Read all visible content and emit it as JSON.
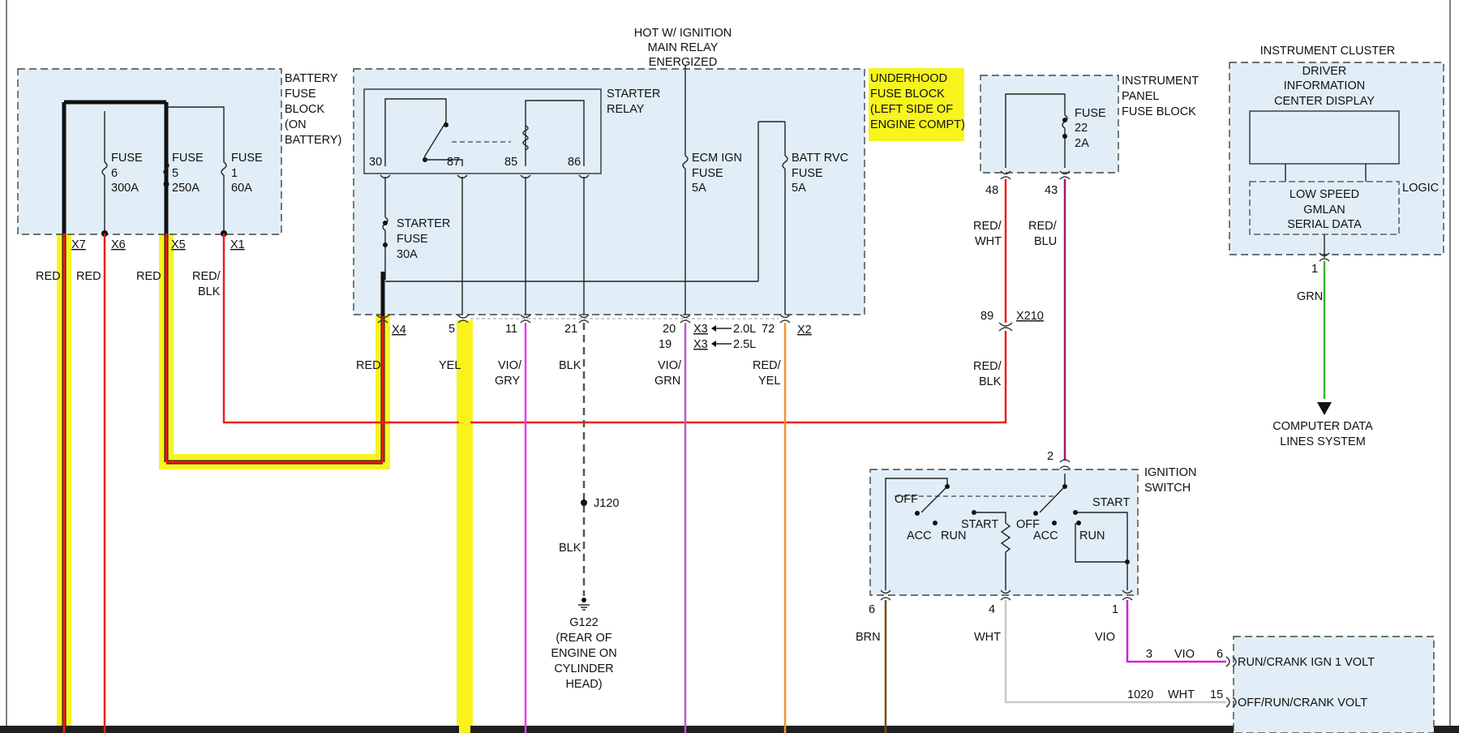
{
  "colors": {
    "red": "#ee1c1c",
    "yellow": "#fbf21b",
    "black": "#111111",
    "violet": "#e53cf0",
    "purple": "#b85ac8",
    "darkgray": "#555555",
    "orange": "#f39229",
    "maroon": "#a5176a",
    "green": "#35b72f",
    "magenta": "#de1cde",
    "brown": "#7a4a14",
    "white_wire": "#c8c8c8",
    "box_fill": "#e1eef7",
    "highlight": "#f7f41e"
  },
  "battery_block": {
    "title_lines": [
      "BATTERY",
      "FUSE",
      "BLOCK",
      "(ON",
      "BATTERY)"
    ]
  },
  "fuses_battery": [
    {
      "lines": [
        "FUSE",
        "6",
        "300A"
      ],
      "terminal": "X6",
      "wire": "RED"
    },
    {
      "lines": [
        "FUSE",
        "5",
        "250A"
      ],
      "terminal": "X5",
      "wire": "RED"
    },
    {
      "lines": [
        "FUSE",
        "1",
        "60A"
      ],
      "terminal": "X1",
      "wire_lines": [
        "RED/",
        "BLK"
      ]
    }
  ],
  "x7": {
    "terminal": "X7",
    "wire": "RED"
  },
  "hot_label": [
    "HOT W/ IGNITION",
    "MAIN RELAY",
    "ENERGIZED"
  ],
  "underhood_block": {
    "title_lines": [
      "UNDERHOOD",
      "FUSE BLOCK",
      "(LEFT SIDE OF",
      "ENGINE COMPT)"
    ]
  },
  "starter_relay": {
    "lines": [
      "STARTER",
      "RELAY"
    ],
    "pins": [
      "30",
      "87",
      "85",
      "86"
    ]
  },
  "starter_fuse": {
    "lines": [
      "STARTER",
      "FUSE",
      "30A"
    ]
  },
  "ecm_fuse": {
    "lines": [
      "ECM IGN",
      "FUSE",
      "5A"
    ]
  },
  "batt_fuse": {
    "lines": [
      "BATT RVC",
      "FUSE",
      "5A"
    ]
  },
  "underhood_pins": {
    "x4_pin": "X4",
    "pin5": "5",
    "pin11": "11",
    "pin21": "21",
    "pin20": "20",
    "pin19": "19",
    "x3a": "X3",
    "x3b": "X3",
    "eng20": "2.0L",
    "eng25": "2.5L",
    "pin72": "72",
    "x2": "X2"
  },
  "underhood_wires": {
    "red": "RED",
    "yel": "YEL",
    "vio_gry": [
      "VIO/",
      "GRY"
    ],
    "blk": "BLK",
    "vio_grn": [
      "VIO/",
      "GRN"
    ],
    "red_yel": [
      "RED/",
      "YEL"
    ]
  },
  "ground": {
    "splice": "J120",
    "wire": "BLK",
    "lines": [
      "G122",
      "(REAR OF",
      "ENGINE ON",
      "CYLINDER",
      "HEAD)"
    ]
  },
  "ip_block": {
    "title_lines": [
      "INSTRUMENT",
      "PANEL",
      "FUSE BLOCK"
    ],
    "fuse_lines": [
      "FUSE",
      "22",
      "2A"
    ],
    "pin48": "48",
    "pin43": "43",
    "wire48": [
      "RED/",
      "WHT"
    ],
    "wire43": [
      "RED/",
      "BLU"
    ],
    "pin89": "89",
    "x210": "X210",
    "wire89": [
      "RED/",
      "BLK"
    ]
  },
  "cluster": {
    "title": "INSTRUMENT CLUSTER",
    "dic_lines": [
      "DRIVER",
      "INFORMATION",
      "CENTER DISPLAY"
    ],
    "logic": "LOGIC",
    "gmlan_lines": [
      "LOW SPEED",
      "GMLAN",
      "SERIAL DATA"
    ],
    "pin": "1",
    "wire": "GRN",
    "dest_lines": [
      "COMPUTER DATA",
      "LINES SYSTEM"
    ]
  },
  "ignition": {
    "title_lines": [
      "IGNITION",
      "SWITCH"
    ],
    "pin2": "2",
    "positions": {
      "off1": "OFF",
      "acc1": "ACC",
      "run1": "RUN",
      "start1": "START",
      "off2": "OFF",
      "acc2": "ACC",
      "run2": "RUN",
      "start2": "START"
    },
    "pin6": "6",
    "pin4": "4",
    "pin1": "1",
    "wire6": "BRN",
    "wire4": "WHT",
    "wire1": "VIO"
  },
  "bcm": {
    "run_crank": "RUN/CRANK IGN 1 VOLT",
    "off_run": "OFF/RUN/CRANK VOLT",
    "vio_circuit": "3",
    "vio_wire": "VIO",
    "vio_pin": "6",
    "wht_circuit": "1020",
    "wht_wire": "WHT",
    "wht_pin": "15"
  }
}
